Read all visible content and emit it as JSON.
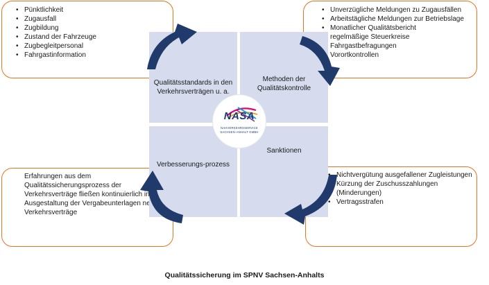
{
  "top_left_box": {
    "items": [
      "Pünktlichkeit",
      "Zugausfall",
      "Zugbildung",
      "Zustand der Fahrzeuge",
      "Zugbegleitpersonal",
      "Fahrgastinformation"
    ]
  },
  "top_right_box": {
    "items": [
      "Unverzügliche Meldungen zu Zugausfällen",
      "Arbeitstägliche Meldungen zur Betriebslage",
      "Monatlicher Qualitätsbericht",
      "regelmäßige Steuerkreise",
      "Fahrgastbefragungen",
      "Vorortkontrollen"
    ]
  },
  "bottom_right_box": {
    "items": [
      "Nichtvergütung ausgefallener Zugleistungen",
      "Kürzung der Zuschusszahlungen (Minderungen)",
      "Vertragsstrafen"
    ]
  },
  "bottom_left_box": {
    "text": "Erfahrungen aus dem Qualitätssicherungsprozess der Verkehrsverträge fließen kontinuierlich in die Ausgestaltung der Vergabeunterlagen neuer Verkehrsverträge"
  },
  "quadrants": {
    "top_left": "Qualitätsstandards in den Verkehrsverträgen u. a.",
    "top_right": "Methoden der Qualitätskontrolle",
    "bottom_left": "Verbesserungs-prozess",
    "bottom_right": "Sanktionen"
  },
  "logo": {
    "word": "NASA",
    "line1": "NAHVERKEHRSSERVICE",
    "line2": "SACHSEN-ANHALT GMBH"
  },
  "caption": "Qualitätssicherung im SPNV Sachsen-Anhalts",
  "colors": {
    "box_border": "#e8731e",
    "quadrant_fill": "#d6dcee",
    "arrow": "#1f3a6b",
    "logo_blue": "#1f3a78",
    "logo_accent": [
      "#e2007a",
      "#f39200",
      "#009fe3",
      "#7a2a8c"
    ]
  }
}
